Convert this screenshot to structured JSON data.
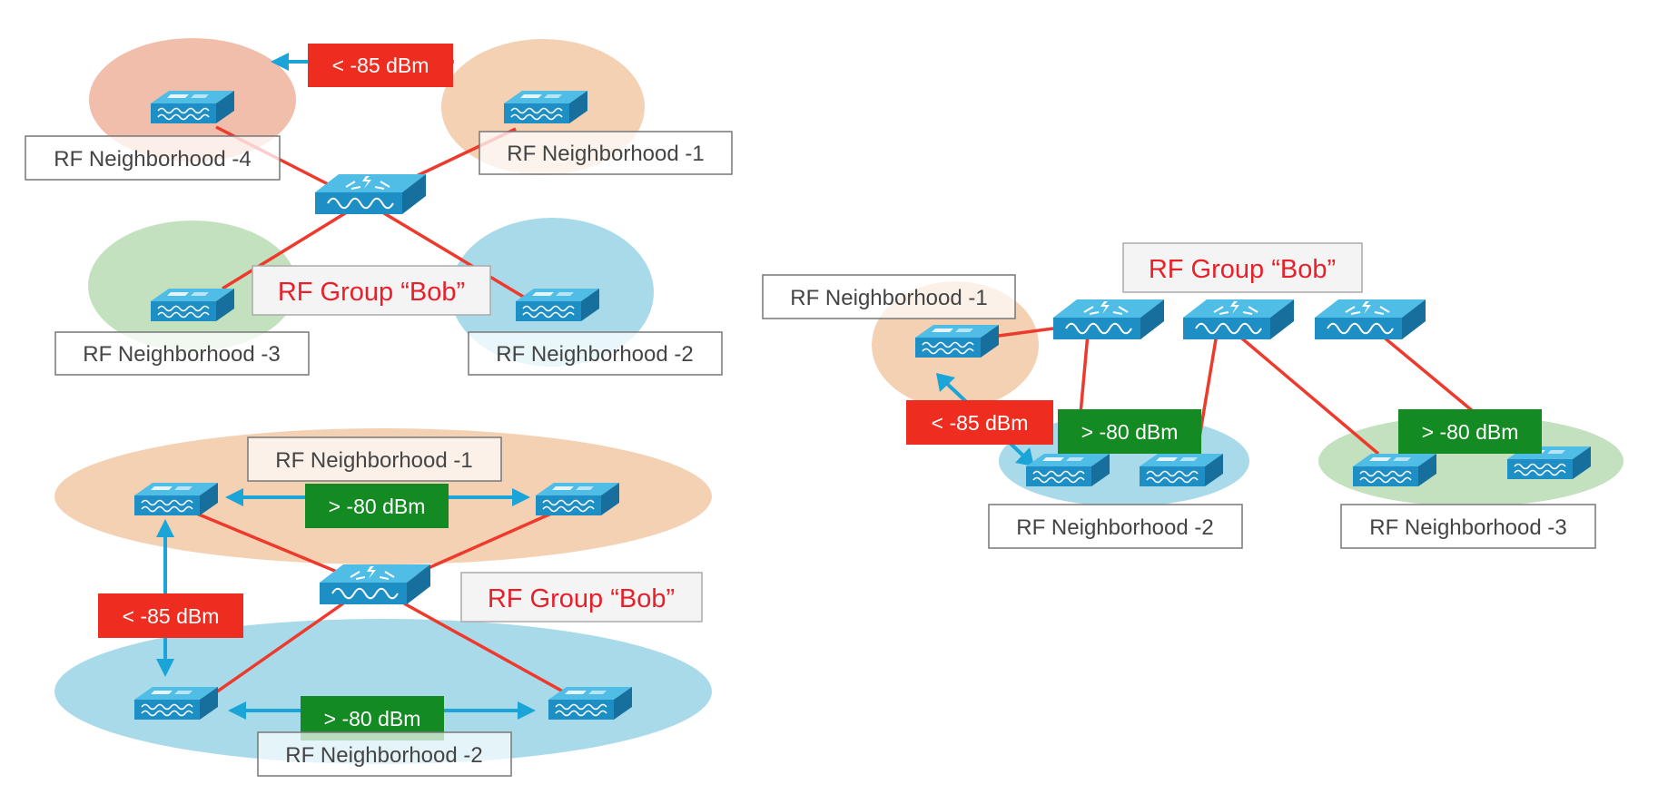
{
  "labels": {
    "nbh_1": "RF Neighborhood -1",
    "nbh_2": "RF Neighborhood -2",
    "nbh_3": "RF Neighborhood -3",
    "nbh_4": "RF Neighborhood -4",
    "group": "RF Group “Bob”",
    "weak": "< -85 dBm",
    "strong": "> -80 dBm"
  },
  "colors": {
    "link": "#ee3a2c",
    "arrow": "#1ba4d8",
    "weak_badge": "#ee2c1f",
    "strong_badge": "#138a22",
    "group_text": "#e8202a",
    "label_text": "#444444",
    "zone_peach": "#f2c9a6",
    "zone_salmon": "#eeb39c",
    "zone_green": "#b9dcb4",
    "zone_blue": "#9fd6e8",
    "device_top": "#4fbde6",
    "device_front": "#1d8fc4",
    "device_side": "#166f9c"
  },
  "icons": {
    "access_point": "access-point-icon",
    "controller": "wireless-controller-icon"
  }
}
